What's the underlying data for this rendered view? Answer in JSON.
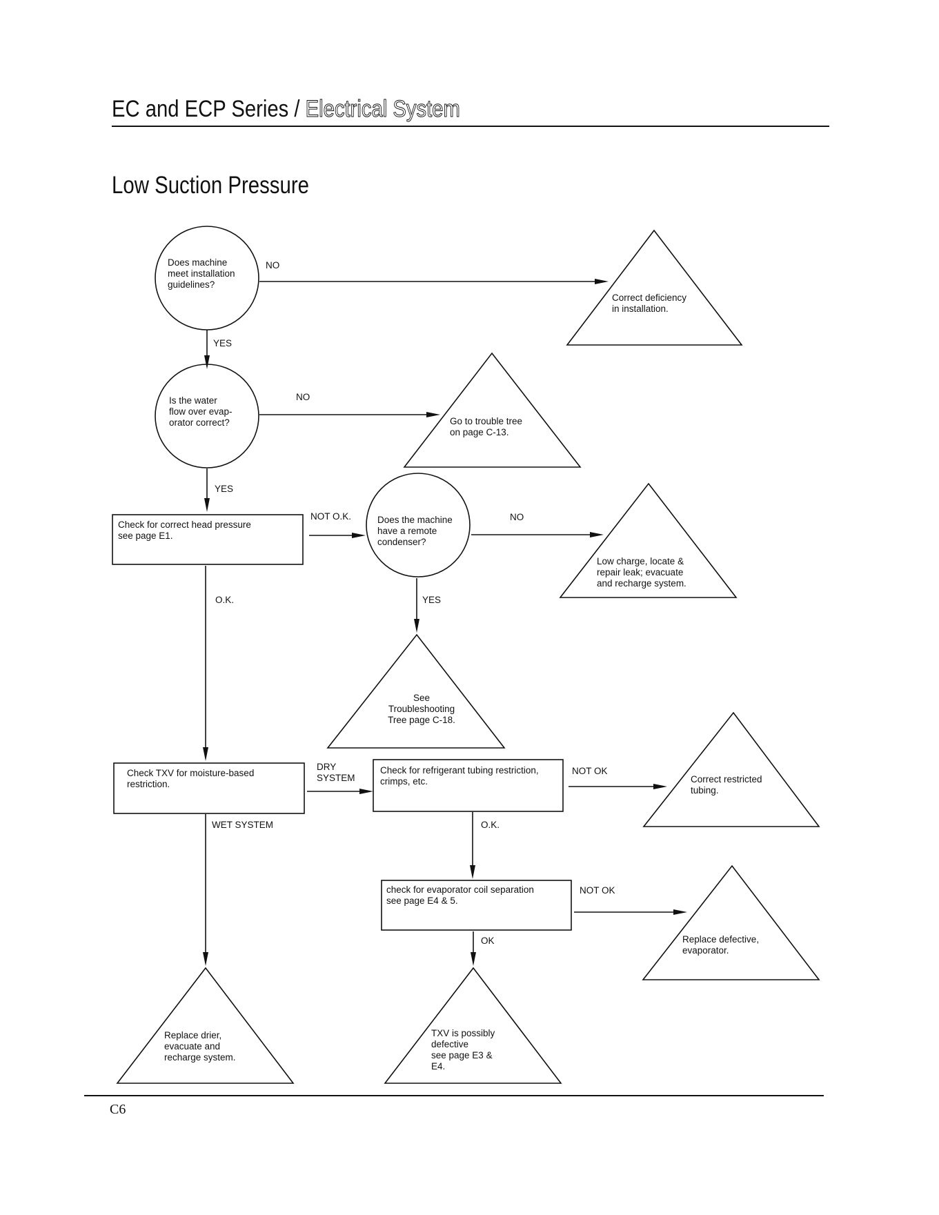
{
  "header": {
    "series": "EC and ECP Series / ",
    "section": "Electrical System"
  },
  "title": "Low Suction Pressure",
  "page_number": "C6",
  "flowchart": {
    "nodes": [
      {
        "id": "q1",
        "shape": "circle",
        "lines": [
          "Does machine",
          "meet installation",
          "guidelines?"
        ]
      },
      {
        "id": "t1",
        "shape": "triangle",
        "lines": [
          "Correct deficiency",
          "in installation."
        ]
      },
      {
        "id": "q2",
        "shape": "circle",
        "lines": [
          "Is the water",
          "flow over evap-",
          "orator correct?"
        ]
      },
      {
        "id": "t2",
        "shape": "triangle",
        "lines": [
          "Go to trouble tree",
          "on page C-13."
        ]
      },
      {
        "id": "b1",
        "shape": "box",
        "lines": [
          "Check for correct head pressure",
          "see page E1."
        ]
      },
      {
        "id": "q3",
        "shape": "circle",
        "lines": [
          "Does the machine",
          "have a remote",
          "condenser?"
        ]
      },
      {
        "id": "t3",
        "shape": "triangle",
        "lines": [
          "Low charge, locate &",
          "repair leak; evacuate",
          "and recharge system."
        ]
      },
      {
        "id": "t4",
        "shape": "triangle",
        "lines": [
          "See",
          "Troubleshooting",
          "Tree page C-18."
        ]
      },
      {
        "id": "b2",
        "shape": "box",
        "lines": [
          "Check TXV for moisture-based",
          "restriction."
        ]
      },
      {
        "id": "b3",
        "shape": "box",
        "lines": [
          "Check for refrigerant tubing restriction,",
          "crimps, etc."
        ]
      },
      {
        "id": "t5",
        "shape": "triangle",
        "lines": [
          "Correct restricted",
          "tubing."
        ]
      },
      {
        "id": "b4",
        "shape": "box",
        "lines": [
          "check for evaporator coil separation",
          "see page E4 & 5."
        ]
      },
      {
        "id": "t6",
        "shape": "triangle",
        "lines": [
          "Replace defective,",
          "evaporator."
        ]
      },
      {
        "id": "t7",
        "shape": "triangle",
        "lines": [
          "TXV is possibly",
          "defective",
          "see  page E3 &",
          "E4."
        ]
      },
      {
        "id": "t8",
        "shape": "triangle",
        "lines": [
          "Replace drier,",
          "evacuate and",
          "recharge system."
        ]
      }
    ],
    "edges": [
      {
        "id": "e1",
        "from": "q1",
        "to": "t1",
        "label": [
          "NO"
        ]
      },
      {
        "id": "e2",
        "from": "q1",
        "to": "q2",
        "label": [
          "YES"
        ]
      },
      {
        "id": "e3",
        "from": "q2",
        "to": "t2",
        "label": [
          "NO"
        ]
      },
      {
        "id": "e4",
        "from": "q2",
        "to": "b1",
        "label": [
          "YES"
        ]
      },
      {
        "id": "e5",
        "from": "b1",
        "to": "q3",
        "label": [
          "NOT O.K."
        ]
      },
      {
        "id": "e6",
        "from": "q3",
        "to": "t3",
        "label": [
          "NO"
        ]
      },
      {
        "id": "e7",
        "from": "q3",
        "to": "t4",
        "label": [
          "YES"
        ]
      },
      {
        "id": "e8",
        "from": "b1",
        "to": "b2",
        "label": [
          "O.K."
        ]
      },
      {
        "id": "e9",
        "from": "b2",
        "to": "b3",
        "label": [
          "DRY",
          "SYSTEM"
        ]
      },
      {
        "id": "e10",
        "from": "b3",
        "to": "t5",
        "label": [
          "NOT OK"
        ]
      },
      {
        "id": "e11",
        "from": "b3",
        "to": "b4",
        "label": [
          "O.K."
        ]
      },
      {
        "id": "e12",
        "from": "b4",
        "to": "t6",
        "label": [
          "NOT OK"
        ]
      },
      {
        "id": "e13",
        "from": "b4",
        "to": "t7",
        "label": [
          "OK"
        ]
      },
      {
        "id": "e14",
        "from": "b2",
        "to": "t8",
        "label": [
          "WET SYSTEM"
        ]
      }
    ]
  }
}
